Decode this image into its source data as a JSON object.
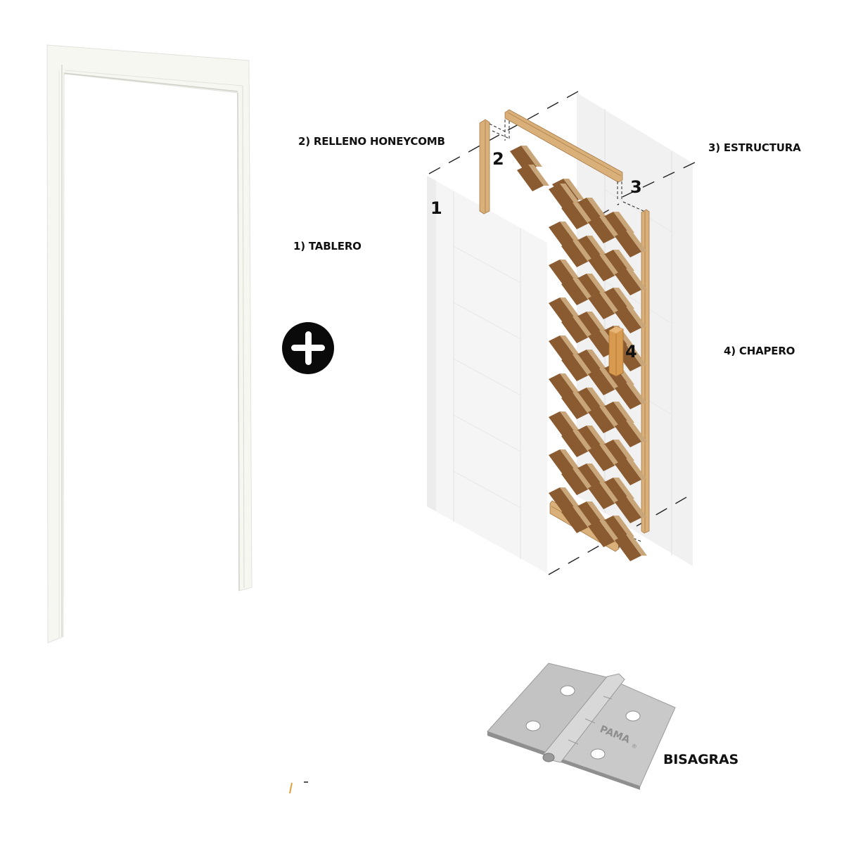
{
  "diagram": {
    "title_labels": {
      "tablero": "1) TABLERO",
      "relleno": "2) RELLENO HONEYCOMB",
      "estructura": "3) ESTRUCTURA",
      "chapero": "4) CHAPERO",
      "bisagras": "BISAGRAS"
    },
    "component_numbers": [
      "1",
      "2",
      "3",
      "4"
    ],
    "hinge_brand": "PAMA",
    "hinge_brand_mark": "®",
    "plus_icon": "plus-circle-icon",
    "colors": {
      "wood_light": "#d9b07a",
      "wood_edge": "#b5884f",
      "honeycomb_dark": "#8a5a30",
      "honeycomb_side": "#c9a67a",
      "panel_white": "#f4f4f4",
      "panel_shadow": "#e6e6e6",
      "frame_white": "#f7f7f2",
      "hinge_metal": "#bfbfbf",
      "text": "#111111"
    }
  }
}
